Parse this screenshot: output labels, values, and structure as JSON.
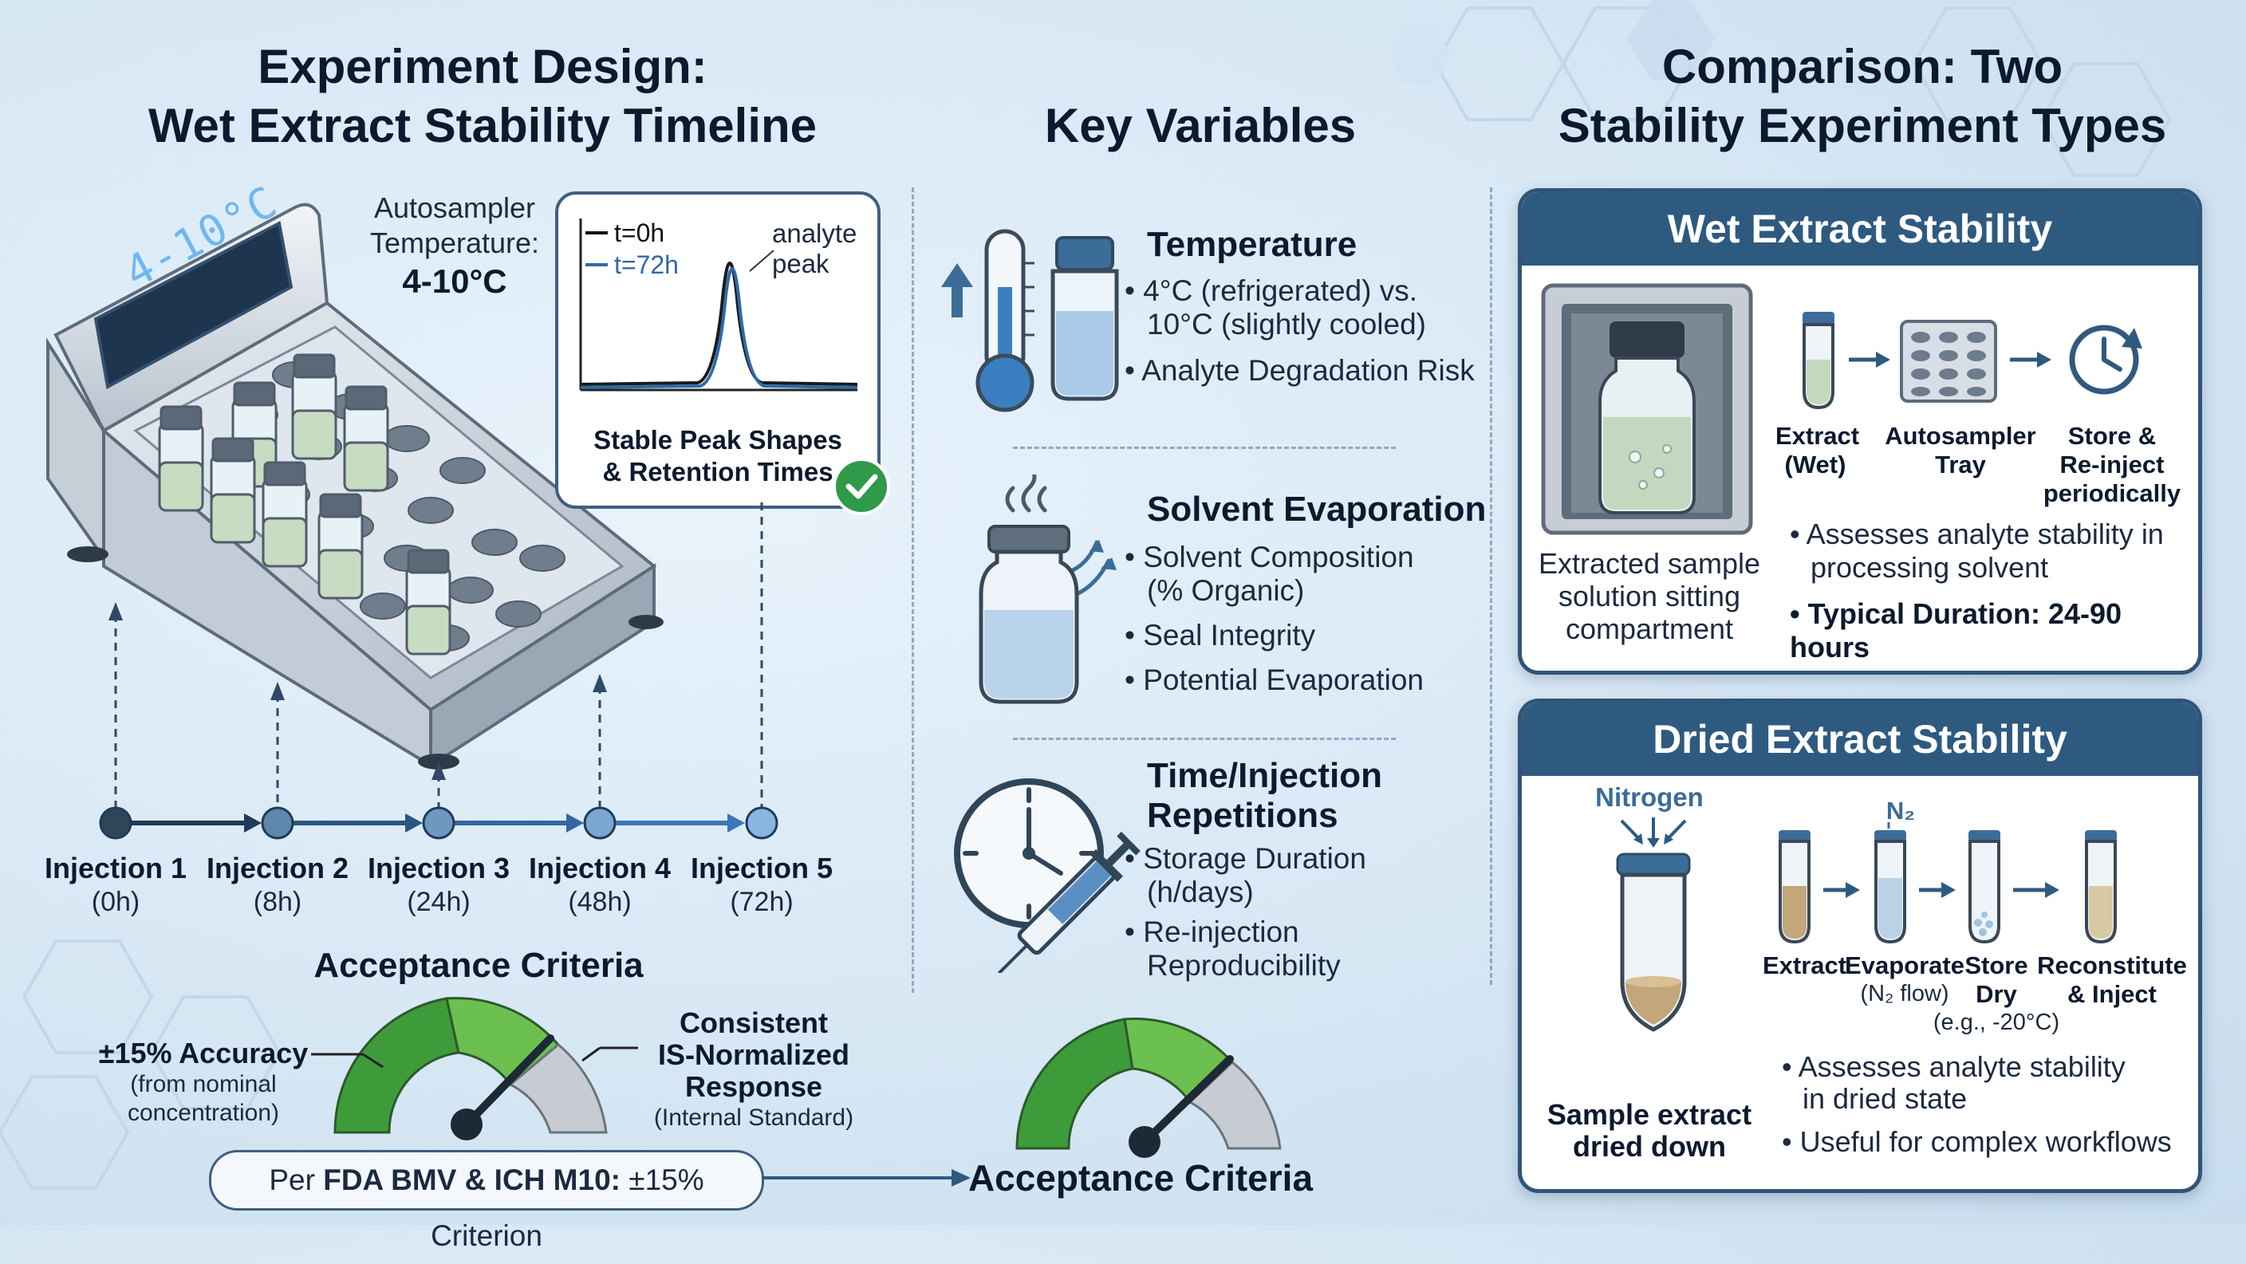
{
  "left": {
    "title_line1": "Experiment Design:",
    "title_line2": "Wet Extract Stability Timeline",
    "autosampler_label_1": "Autosampler",
    "autosampler_label_2": "Temperature:",
    "autosampler_temp": "4-10°C",
    "display_readout": "4-10°C",
    "chromatogram": {
      "legend": [
        "t=0h",
        "t=72h"
      ],
      "peak_label_1": "analyte",
      "peak_label_2": "peak",
      "caption_1": "Stable Peak Shapes",
      "caption_2": "& Retention Times"
    },
    "injections": [
      {
        "label": "Injection 1",
        "time": "(0h)"
      },
      {
        "label": "Injection 2",
        "time": "(8h)"
      },
      {
        "label": "Injection 3",
        "time": "(24h)"
      },
      {
        "label": "Injection 4",
        "time": "(48h)"
      },
      {
        "label": "Injection 5",
        "time": "(72h)"
      }
    ],
    "acceptance": {
      "title": "Acceptance Criteria",
      "accuracy": "±15% Accuracy",
      "accuracy_note_1": "(from nominal",
      "accuracy_note_2": "concentration)",
      "consistent_1": "Consistent",
      "consistent_2": "IS-Normalized",
      "consistent_3": "Response",
      "consistent_note": "(Internal Standard)",
      "reg_prefix": "Per ",
      "reg_bold": "FDA BMV & ICH M10:",
      "reg_suffix": " ±15% Criterion"
    }
  },
  "middle": {
    "title": "Key Variables",
    "variables": [
      {
        "title": "Temperature",
        "bullets": [
          "4°C (refrigerated) vs.",
          "10°C (slightly cooled)",
          "Analyte Degradation Risk"
        ]
      },
      {
        "title": "Solvent Evaporation",
        "bullets": [
          "Solvent Composition",
          "(% Organic)",
          "Seal Integrity",
          "Potential Evaporation"
        ]
      },
      {
        "title_1": "Time/Injection",
        "title_2": "Repetitions",
        "bullets": [
          "Storage Duration",
          "(h/days)",
          "Re-injection",
          "Reproducibility"
        ]
      }
    ],
    "acceptance_label": "Acceptance Criteria"
  },
  "right": {
    "title_line1": "Comparison: Two",
    "title_line2": "Stability Experiment Types",
    "wet": {
      "header": "Wet Extract Stability",
      "caption_1": "Extracted sample",
      "caption_2": "solution sitting",
      "caption_3": "compartment",
      "steps": [
        {
          "l1": "Extract",
          "l2": "(Wet)"
        },
        {
          "l1": "Autosampler",
          "l2": "Tray"
        },
        {
          "l1": "Store &",
          "l2": "Re-inject",
          "l3": "periodically"
        }
      ],
      "bullet_1a": "Assesses analyte stability in",
      "bullet_1b": "processing solvent",
      "bullet_2": "Typical Duration: 24-90 hours"
    },
    "dried": {
      "header": "Dried Extract Stability",
      "nitrogen": "Nitrogen",
      "n2": "N₂",
      "tube_caption_1": "Sample extract",
      "tube_caption_2": "dried down",
      "steps": [
        {
          "l1": "Extract"
        },
        {
          "l1": "Evaporate",
          "l2": "(N₂ flow)"
        },
        {
          "l1": "Store",
          "l2": "Dry",
          "l3": "(e.g., -20°C)"
        },
        {
          "l1": "Reconstitute",
          "l2": "& Inject"
        }
      ],
      "bullet_1a": "Assesses analyte stability",
      "bullet_1b": "in dried state",
      "bullet_2": "Useful for complex workflows"
    }
  },
  "colors": {
    "navy": "#2f5a80",
    "green": "#4aa83e",
    "gray_arc": "#b8bec6",
    "accent_blue": "#3b78b0"
  }
}
